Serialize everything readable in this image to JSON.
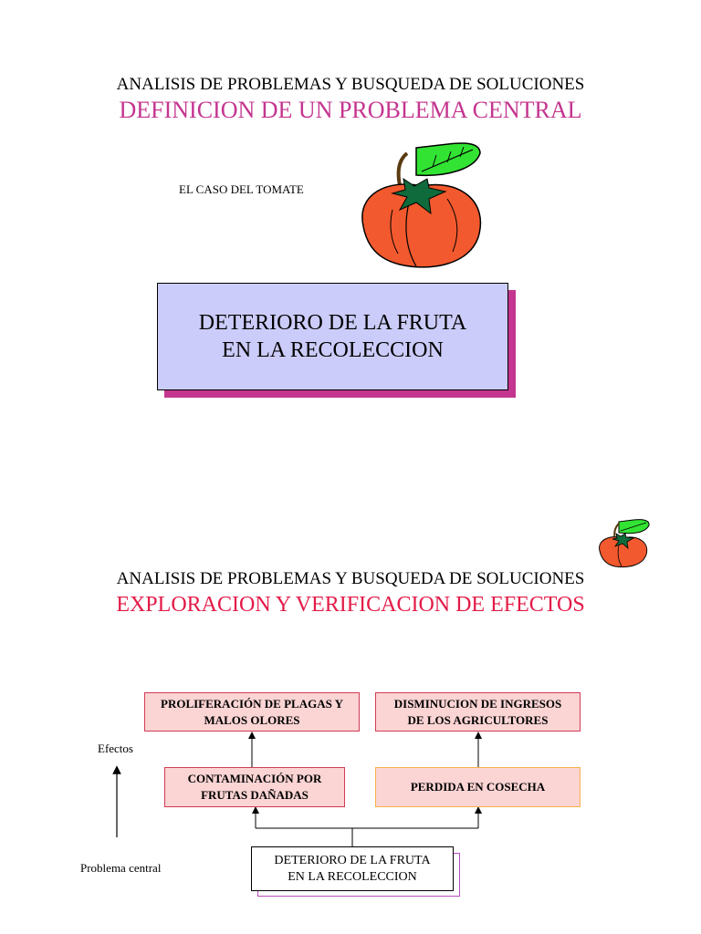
{
  "slide1": {
    "subtitle": "ANALISIS DE PROBLEMAS Y BUSQUEDA DE SOLUCIONES",
    "title": "DEFINICION DE UN PROBLEMA CENTRAL",
    "case_label": "EL CASO DEL TOMATE",
    "problem_line1": "DETERIORO DE LA FRUTA",
    "problem_line2": "EN LA RECOLECCION"
  },
  "slide2": {
    "subtitle": "ANALISIS DE PROBLEMAS Y BUSQUEDA DE SOLUCIONES",
    "title": "EXPLORACION Y VERIFICACION DE EFECTOS",
    "effects_label": "Efectos",
    "central_label": "Problema central",
    "effects_top": [
      {
        "line1": "PROLIFERACIÓN DE PLAGAS Y",
        "line2": "MALOS OLORES"
      },
      {
        "line1": "DISMINUCION DE INGRESOS",
        "line2": "DE LOS AGRICULTORES"
      }
    ],
    "effects_mid": [
      {
        "line1": "CONTAMINACIÓN POR",
        "line2": "FRUTAS DAÑADAS"
      },
      {
        "line1": "PERDIDA EN COSECHA"
      }
    ],
    "central_line1": "DETERIORO DE LA FRUTA",
    "central_line2": "EN LA RECOLECCION"
  },
  "colors": {
    "title1": "#c4358f",
    "title2": "#e31b48",
    "problem_fill": "#ccccfa",
    "effect_fill": "#fbd4d4",
    "effect_border": "#d23a56",
    "perdida_border": "#f3b14a",
    "tomato": "#f2592e",
    "leaf": "#33e333"
  }
}
